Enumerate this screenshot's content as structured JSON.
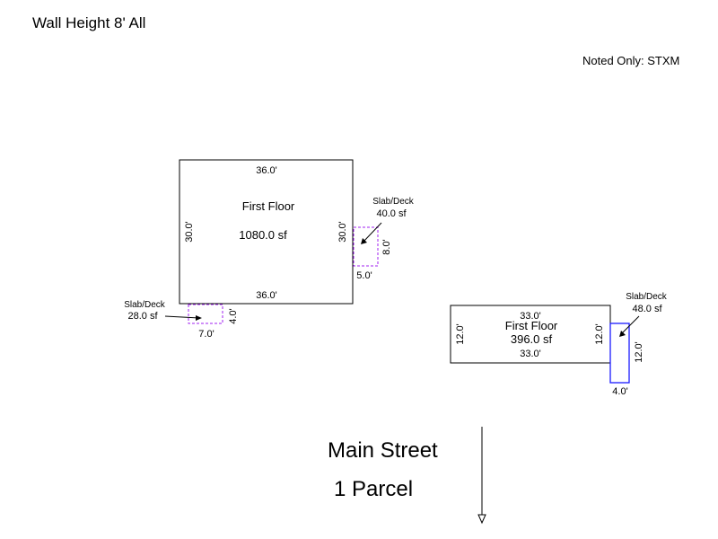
{
  "header": {
    "wall_height": "Wall Height 8' All",
    "noted_only": "Noted Only: STXM"
  },
  "building_a": {
    "area_label": "First Floor",
    "area_value": "1080.0 sf",
    "dim_top": "36.0'",
    "dim_bottom": "36.0'",
    "dim_left": "30.0'",
    "dim_right": "30.0'"
  },
  "deck_a_right": {
    "label": "Slab/Deck",
    "area": "40.0 sf",
    "dim_side": "8.0'",
    "dim_bottom": "5.0'"
  },
  "deck_a_bottom": {
    "label": "Slab/Deck",
    "area": "28.0 sf",
    "dim_side": "4.0'",
    "dim_bottom": "7.0'"
  },
  "building_b": {
    "area_label": "First Floor",
    "area_value": "396.0 sf",
    "dim_top": "33.0'",
    "dim_bottom": "33.0'",
    "dim_left": "12.0'",
    "dim_right": "12.0'"
  },
  "deck_b": {
    "label": "Slab/Deck",
    "area": "48.0 sf",
    "dim_side": "12.0'",
    "dim_bottom": "4.0'"
  },
  "street": {
    "name": "Main Street",
    "parcel": "1 Parcel"
  }
}
